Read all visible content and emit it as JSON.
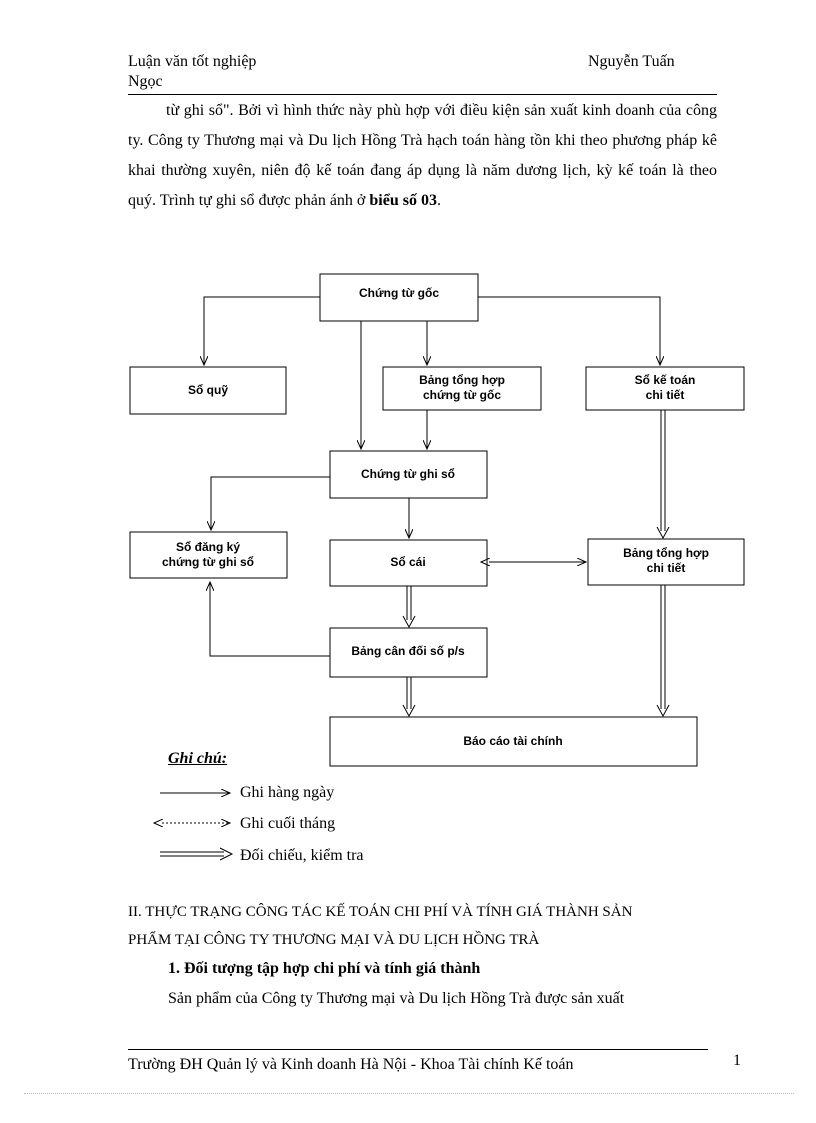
{
  "header": {
    "left": "Luận văn tốt nghiệp",
    "right": "Nguyễn Tuấn",
    "left2": "Ngọc"
  },
  "paragraph": {
    "text_before": "từ ghi sổ\". Bởi vì hình thức này phù hợp với điều kiện sản xuất kinh doanh của công ty. Công ty Thương mại và Du lịch Hồng Trà hạch toán hàng tồn khi theo phương pháp kê khai thường xuyên, niên độ kế toán đang áp dụng là năm dương lịch, kỳ kế toán là theo quý. Trình tự ghi sổ được phản ánh ở ",
    "bold": "biểu số 03",
    "text_after": "."
  },
  "diagram": {
    "chung_tu_goc": "Chứng từ gốc",
    "so_quy": "Sổ quỹ",
    "bang_tong_hop_ctg_1": "Bảng tổng hợp",
    "bang_tong_hop_ctg_2": "chứng từ gốc",
    "so_ke_toan_1": "Sổ kế toán",
    "so_ke_toan_2": "chi tiết",
    "chung_tu_ghi_so": "Chứng từ ghi sổ",
    "so_dang_ky_1": "Sổ đăng ký",
    "so_dang_ky_2": "chứng từ ghi sổ",
    "so_cai": "Sổ cái",
    "bang_tong_hop_ct_1": "Bảng tổng hợp",
    "bang_tong_hop_ct_2": "chi tiết",
    "bang_can_doi": "Bảng cân đối số p/s",
    "bao_cao": "Báo cáo tài chính"
  },
  "legend": {
    "title": "Ghi chú:",
    "items": [
      "Ghi hàng ngày",
      "Ghi cuối tháng",
      "Đối chiếu, kiểm tra"
    ]
  },
  "section": {
    "heading_line1": "II. THỰC TRẠNG CÔNG TÁC KẾ TOÁN CHI PHÍ VÀ TÍNH GIÁ THÀNH SẢN",
    "heading_line2": "PHẨM TẠI CÔNG TY THƯƠNG MẠI VÀ DU LỊCH HỒNG TRÀ",
    "subheading": "1. Đối tượng tập hợp chi phí và tính giá thành",
    "body": "Sản phẩm của Công ty Thương mại và Du lịch Hồng Trà được sản xuất"
  },
  "footer": {
    "text": "Trường ĐH Quản lý và Kinh doanh Hà Nội - Khoa Tài chính Kế toán",
    "page": "1"
  }
}
